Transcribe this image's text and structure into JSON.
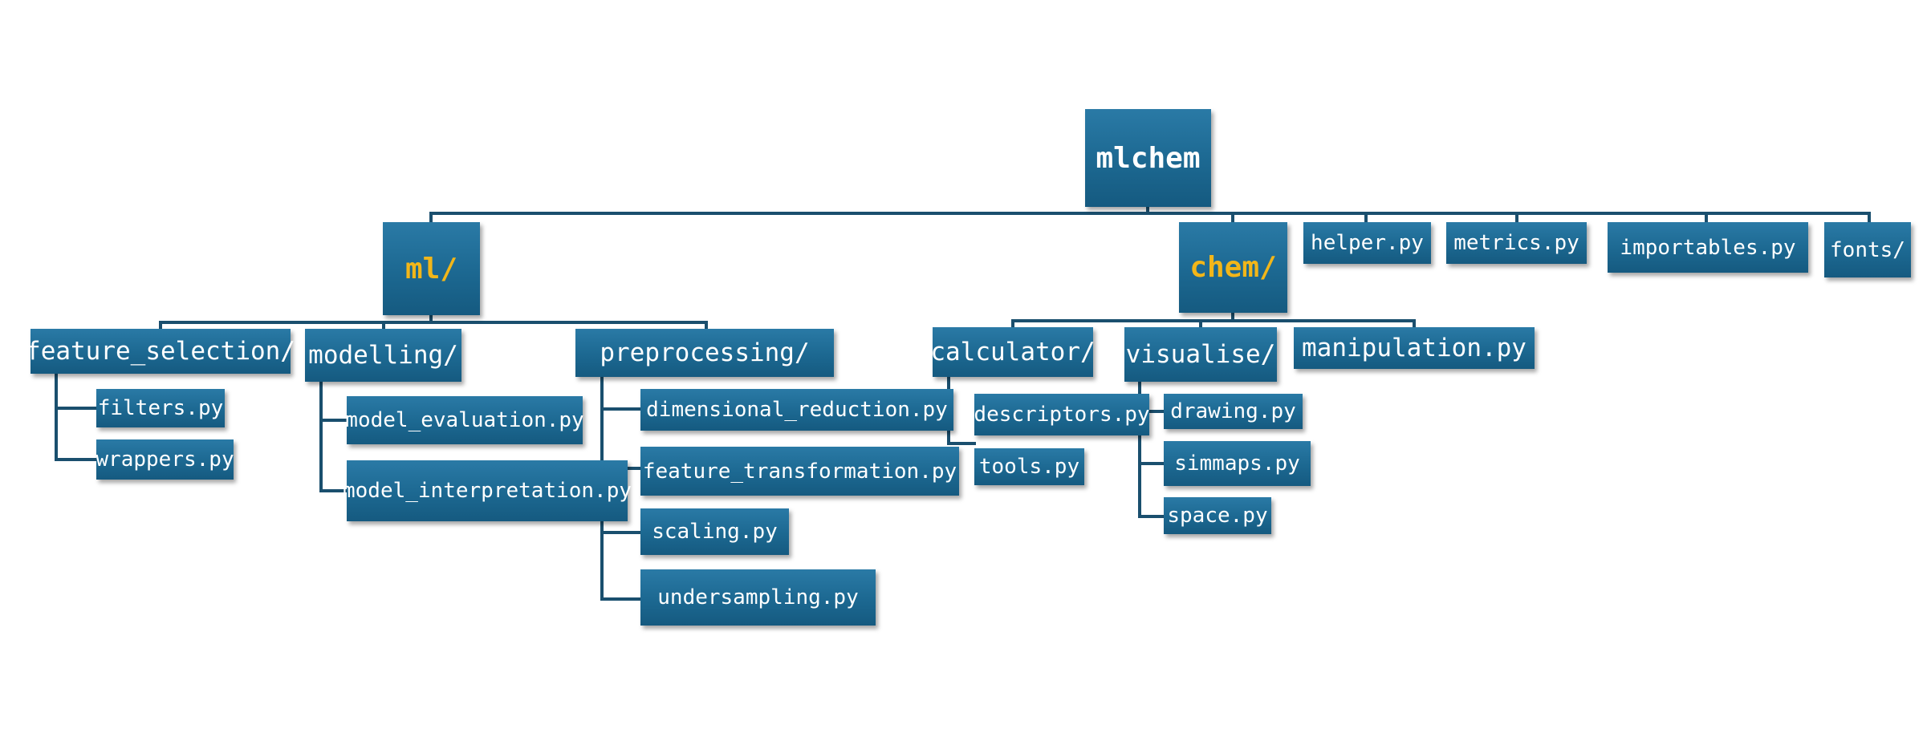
{
  "diagram": {
    "root": "mlchem",
    "ml": "ml/",
    "chem": "chem/",
    "helper": "helper.py",
    "metrics": "metrics.py",
    "importables": "importables.py",
    "fonts": "fonts/",
    "feature_selection": "feature_selection/",
    "modelling": "modelling/",
    "preprocessing": "preprocessing/",
    "filters": "filters.py",
    "wrappers": "wrappers.py",
    "model_evaluation": "model_evaluation.py",
    "model_interpretation": "model_interpretation.py",
    "dimensional_reduction": "dimensional_reduction.py",
    "feature_transformation": "feature_transformation.py",
    "scaling": "scaling.py",
    "undersampling": "undersampling.py",
    "calculator": "calculator/",
    "visualise": "visualise/",
    "manipulation": "manipulation.py",
    "descriptors": "descriptors.py",
    "tools": "tools.py",
    "drawing": "drawing.py",
    "simmaps": "simmaps.py",
    "space": "space.py"
  },
  "colors": {
    "box": "#1c6891",
    "connector": "#1a4f6e",
    "folder_text": "#f2b619",
    "text": "#ffffff"
  }
}
